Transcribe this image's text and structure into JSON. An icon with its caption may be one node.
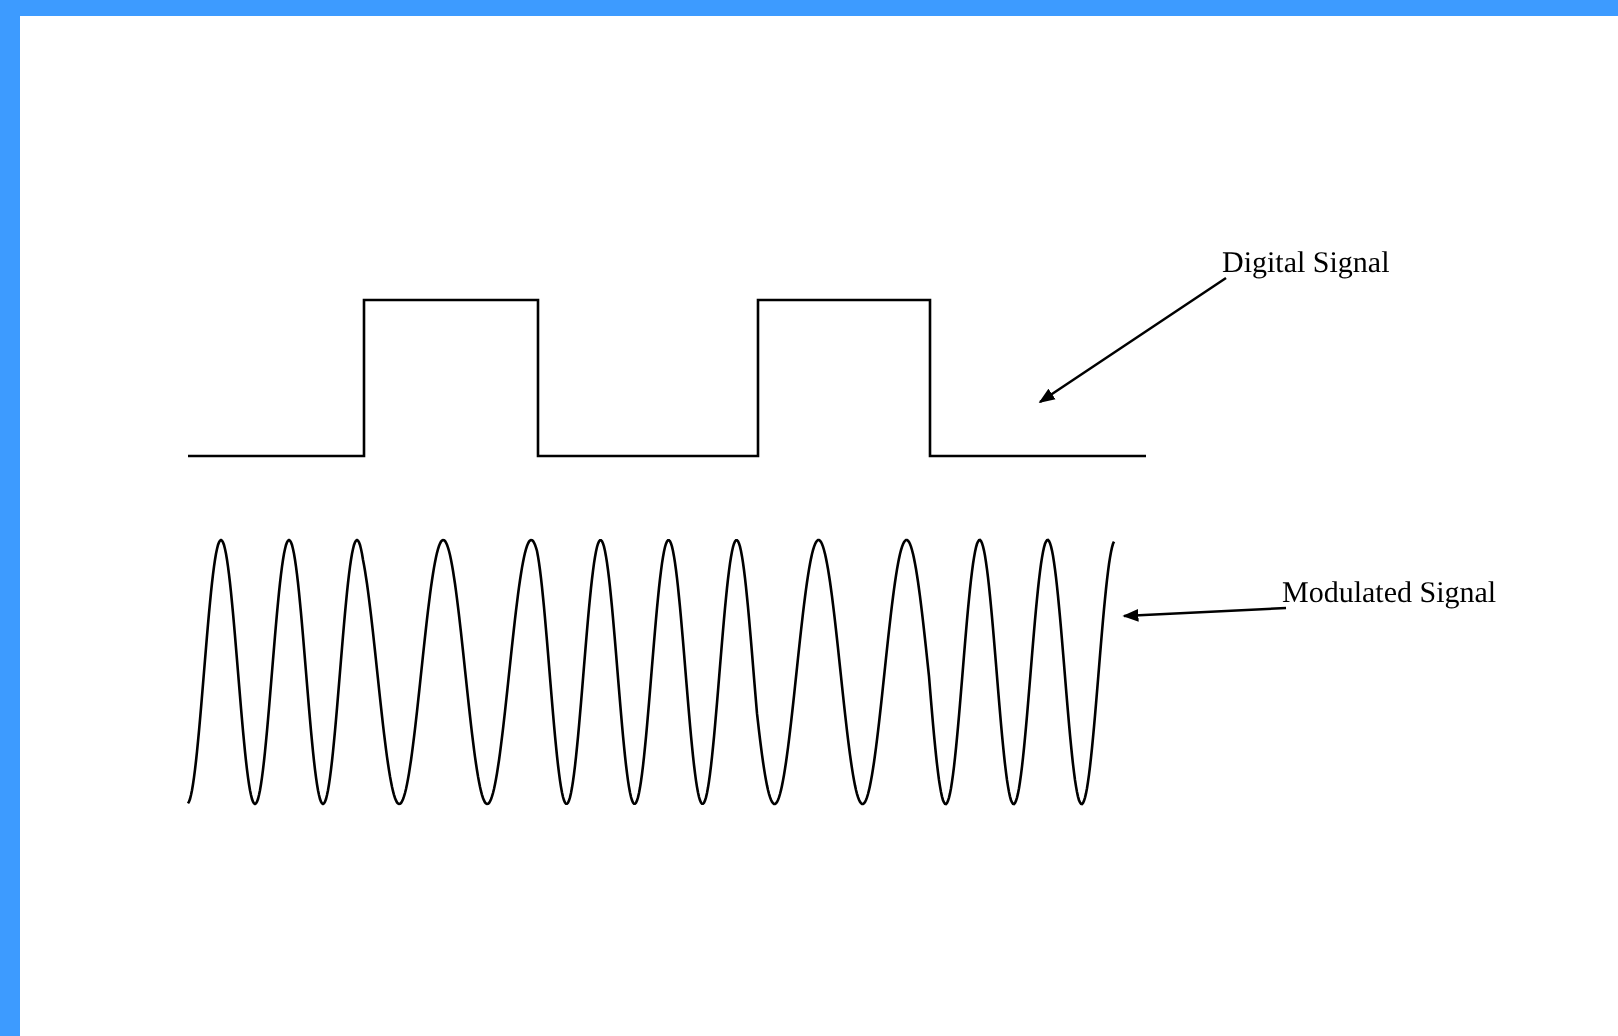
{
  "diagram": {
    "nodes": [
      {
        "text": [
          "Digital Signal"
        ]
      },
      {
        "text": [],
        "shape": "picture"
      },
      {
        "text": [
          "Modulated Signal"
        ]
      },
      {
        "text": [],
        "shape": "picture"
      }
    ],
    "edges": [
      {
        "from": 0,
        "to": 1,
        "arrow": "to"
      },
      {
        "from": 2,
        "to": 3,
        "arrow": "to"
      }
    ]
  }
}
